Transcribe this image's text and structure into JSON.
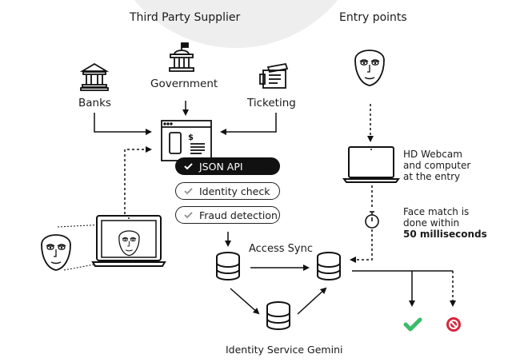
{
  "headings": {
    "third_party": "Third Party Supplier",
    "entry_points": "Entry points"
  },
  "sources": {
    "government": "Government",
    "banks": "Banks",
    "ticketing": "Ticketing"
  },
  "pills": [
    {
      "label": "JSON API",
      "active": true
    },
    {
      "label": "Identity check",
      "active": false
    },
    {
      "label": "Fraud detection",
      "active": false
    }
  ],
  "access_sync": "Access Sync",
  "identity_service": "Identity Service Gemini",
  "webcam": {
    "line1": "HD Webcam",
    "line2": "and computer",
    "line3": "at the entry"
  },
  "face_match": {
    "line1": "Face match is",
    "line2": "done within",
    "line3": "50 milliseconds"
  },
  "icons": [
    "bank-icon",
    "government-building-icon",
    "ticket-icon",
    "api-document-icon",
    "face-icon",
    "laptop-icon",
    "database-icon",
    "stopwatch-icon",
    "check-icon",
    "no-entry-icon"
  ],
  "colors": {
    "accept": "#3dbb6b",
    "reject": "#d7263d"
  }
}
